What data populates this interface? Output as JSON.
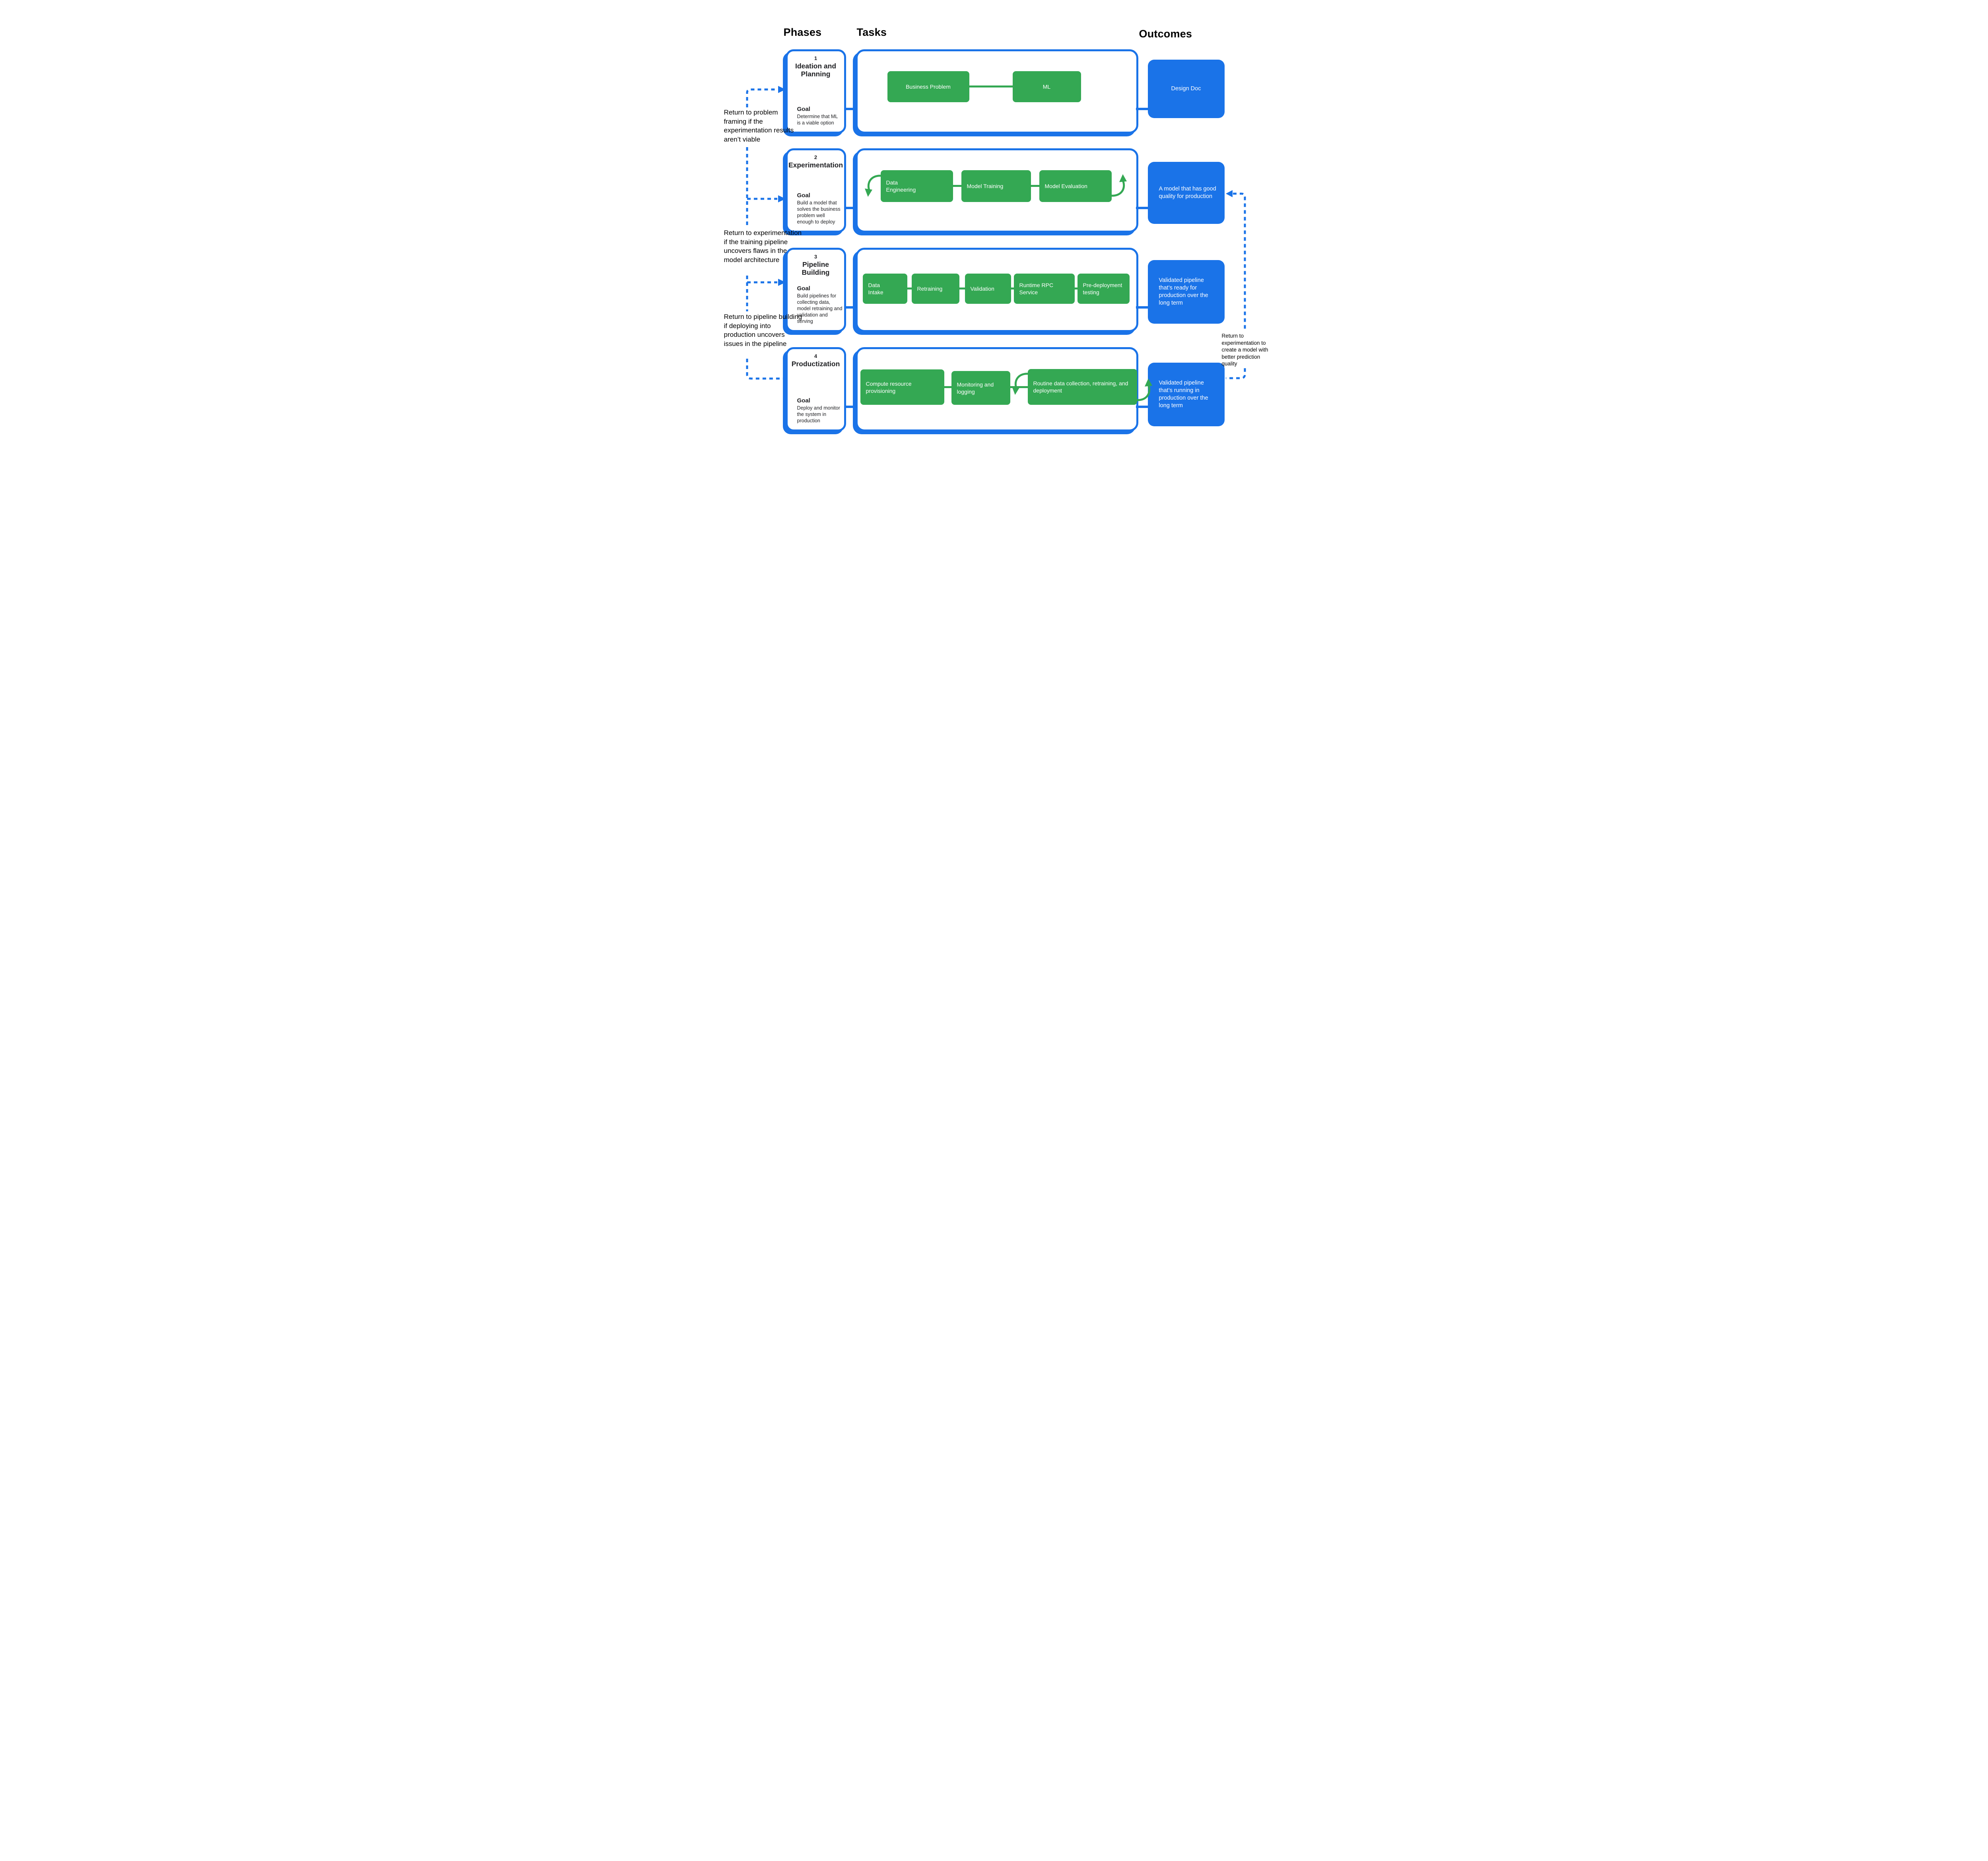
{
  "columns": {
    "phases": "Phases",
    "tasks": "Tasks",
    "outcomes": "Outcomes"
  },
  "colors": {
    "accent_blue": "#1a73e8",
    "accent_green": "#34a853",
    "text": "#202124"
  },
  "phases": [
    {
      "number": "1",
      "title": "Ideation and Planning",
      "goal_label": "Goal",
      "goal": "Determine that ML is a viable option",
      "tasks": [
        "Business Problem",
        "ML"
      ],
      "outcome": "Design Doc"
    },
    {
      "number": "2",
      "title": "Experimentation",
      "goal_label": "Goal",
      "goal": "Build a model that solves the business problem well enough to deploy",
      "tasks": [
        "Data Engineering",
        "Model Training",
        "Model Evaluation"
      ],
      "outcome": "A model that has good quality for production"
    },
    {
      "number": "3",
      "title": "Pipeline Building",
      "goal_label": "Goal",
      "goal": "Build pipelines for collecting data, model retraining and validation and serving",
      "tasks": [
        "Data Intake",
        "Retraining",
        "Validation",
        "Runtime RPC Service",
        "Pre-deployment testing"
      ],
      "outcome": "Validated pipeline that’s ready for production over the long term"
    },
    {
      "number": "4",
      "title": "Productization",
      "goal_label": "Goal",
      "goal": "Deploy and monitor the system in production",
      "tasks": [
        "Compute resource provisioning",
        "Monitoring and logging",
        "Routine data collection, retraining, and deployment"
      ],
      "outcome": "Validated pipeline that’s running in production over the long term"
    }
  ],
  "annotations": {
    "return_problem_framing": "Return to problem framing if the experimentation results aren’t viable",
    "return_experimentation_flaws": "Return to experimentation if the training pipeline uncovers flaws in the model architecture",
    "return_pipeline_building": "Return to pipeline building if deploying into production uncovers issues in the pipeline",
    "return_experimentation_quality": "Return to experimentation to create a model with better prediction quality"
  }
}
